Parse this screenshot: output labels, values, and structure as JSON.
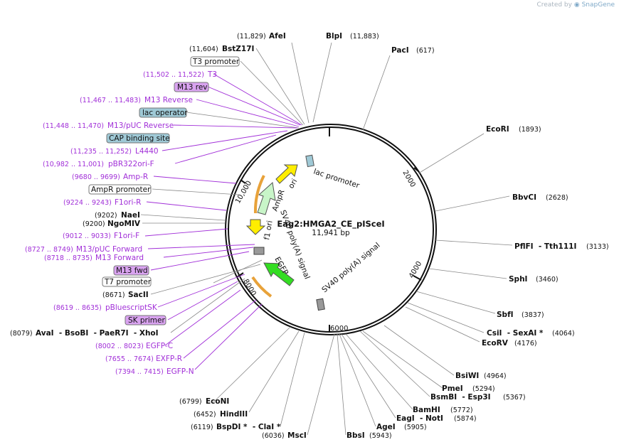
{
  "credit": {
    "text": "Created by",
    "brand": "SnapGene"
  },
  "plasmid": {
    "name": "Eag2:HMGA2_CE_pISceI",
    "size_label": "11,941 bp",
    "length": 11941
  },
  "ticks": [
    "2000",
    "4000",
    "6000",
    "8000",
    "10,000"
  ],
  "right_sites": [
    {
      "name": "AfeI",
      "pos": "(11,829)"
    },
    {
      "name": "BlpI",
      "pos": "(11,883)"
    },
    {
      "name": "PacI",
      "pos": "(617)"
    },
    {
      "name": "EcoRI",
      "pos": "(1893)"
    },
    {
      "name": "BbvCI",
      "pos": "(2628)"
    },
    {
      "name": "PflFI  - Tth111I",
      "pos": "(3133)"
    },
    {
      "name": "SphI",
      "pos": "(3460)"
    },
    {
      "name": "SbfI",
      "pos": "(3837)"
    },
    {
      "name": "CsiI  - SexAI *",
      "pos": "(4064)"
    },
    {
      "name": "EcoRV",
      "pos": "(4176)"
    },
    {
      "name": "BsiWI",
      "pos": "(4964)"
    },
    {
      "name": "PmeI",
      "pos": "(5294)"
    },
    {
      "name": "BsmBI  - Esp3I",
      "pos": "(5367)"
    },
    {
      "name": "BamHI",
      "pos": "(5772)"
    },
    {
      "name": "EagI  - NotI",
      "pos": "(5874)"
    },
    {
      "name": "AgeI",
      "pos": "(5905)"
    },
    {
      "name": "BbsI",
      "pos": "(5943)"
    },
    {
      "name": "MscI",
      "pos": "(6036)"
    }
  ],
  "left_labels": [
    {
      "name": "BstZ17I",
      "pos": "(11,604)",
      "kind": "site"
    },
    {
      "name": "T3 promoter",
      "pos": "",
      "kind": "box"
    },
    {
      "name": "T3",
      "pos": "(11,502 .. 11,522)",
      "kind": "feat"
    },
    {
      "name": "M13 rev",
      "pos": "",
      "kind": "pbox"
    },
    {
      "name": "M13 Reverse",
      "pos": "(11,467 .. 11,483)",
      "kind": "feat"
    },
    {
      "name": "lac operator",
      "pos": "",
      "kind": "tbox"
    },
    {
      "name": "M13/pUC Reverse",
      "pos": "(11,448 .. 11,470)",
      "kind": "feat"
    },
    {
      "name": "CAP binding site",
      "pos": "",
      "kind": "tbox"
    },
    {
      "name": "L4440",
      "pos": "(11,235 .. 11,252)",
      "kind": "feat"
    },
    {
      "name": "pBR322ori-F",
      "pos": "(10,982 .. 11,001)",
      "kind": "feat"
    },
    {
      "name": "Amp-R",
      "pos": "(9680 .. 9699)",
      "kind": "feat"
    },
    {
      "name": "AmpR promoter",
      "pos": "",
      "kind": "box"
    },
    {
      "name": "F1ori-R",
      "pos": "(9224 .. 9243)",
      "kind": "feat"
    },
    {
      "name": "NaeI",
      "pos": "(9202)",
      "kind": "site"
    },
    {
      "name": "NgoMIV",
      "pos": "(9200)",
      "kind": "site"
    },
    {
      "name": "F1ori-F",
      "pos": "(9012 .. 9033)",
      "kind": "feat"
    },
    {
      "name": "M13/pUC Forward",
      "pos": "(8727 .. 8749)",
      "kind": "feat"
    },
    {
      "name": "M13 Forward",
      "pos": "(8718 .. 8735)",
      "kind": "feat"
    },
    {
      "name": "M13 fwd",
      "pos": "",
      "kind": "pbox"
    },
    {
      "name": "T7 promoter",
      "pos": "",
      "kind": "box"
    },
    {
      "name": "SacII",
      "pos": "(8671)",
      "kind": "site"
    },
    {
      "name": "pBluescriptSK",
      "pos": "(8619 .. 8635)",
      "kind": "feat"
    },
    {
      "name": "SK primer",
      "pos": "",
      "kind": "pbox"
    },
    {
      "name": "AvaI  - BsoBI  - PaeR7I  - XhoI",
      "pos": "(8079)",
      "kind": "site"
    },
    {
      "name": "EGFP-C",
      "pos": "(8002 .. 8023)",
      "kind": "feat"
    },
    {
      "name": "EXFP-R",
      "pos": "(7655 .. 7674)",
      "kind": "feat"
    },
    {
      "name": "EGFP-N",
      "pos": "(7394 .. 7415)",
      "kind": "feat"
    },
    {
      "name": "EcoNI",
      "pos": "(6799)",
      "kind": "site"
    },
    {
      "name": "HindIII",
      "pos": "(6452)",
      "kind": "site"
    },
    {
      "name": "BspDI *  - ClaI *",
      "pos": "(6119)",
      "kind": "site"
    }
  ],
  "inner_features": [
    {
      "name": "lac promoter"
    },
    {
      "name": "ori"
    },
    {
      "name": "AmpR"
    },
    {
      "name": "SV40 poly(A) signal"
    },
    {
      "name": "f1 ori"
    },
    {
      "name": "EGFP"
    },
    {
      "name": "SV40 poly(A) signal"
    }
  ],
  "colors": {
    "feat": "#a12fd8",
    "box_purple": "#d9a3f0",
    "box_teal": "#9fc9d6",
    "arrow_yellow": "#ffee00",
    "arrow_green": "#33dd22",
    "arrow_lightgreen": "#c8f5c8",
    "orange": "#e8a23a"
  }
}
